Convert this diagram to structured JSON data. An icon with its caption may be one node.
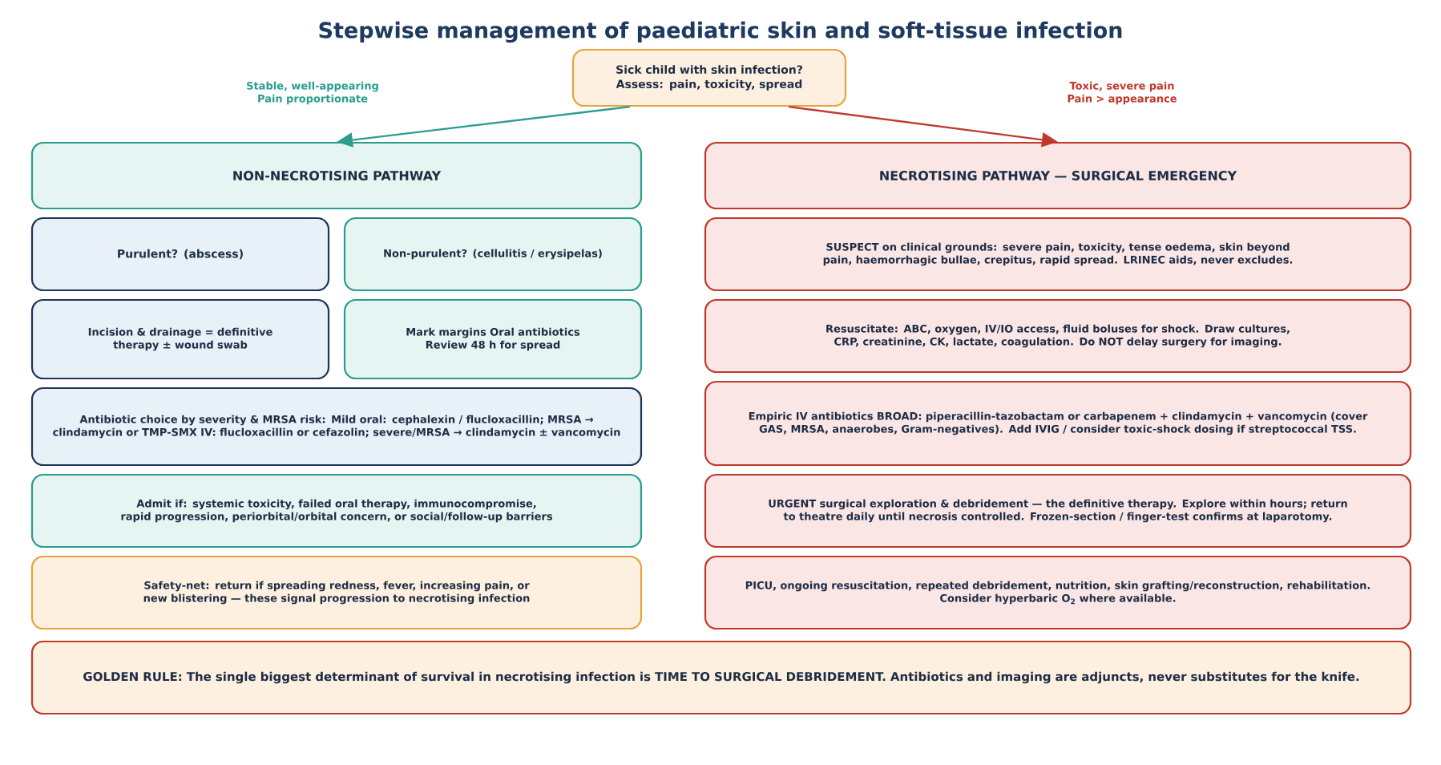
{
  "diagram": {
    "title": "Stepwise management of paediatric skin and soft-tissue infection",
    "nodes": [
      {
        "text": [
          "Sick child with skin infection? Assess: pain, toxicity, spread"
        ]
      },
      {
        "text": [
          "NON-NECROTISING PATHWAY"
        ]
      },
      {
        "text": [
          "NECROTISING PATHWAY — SURGICAL EMERGENCY"
        ]
      },
      {
        "text": [
          "Purulent? (abscess)"
        ]
      },
      {
        "text": [
          "Non-purulent? (cellulitis / erysipelas)"
        ]
      },
      {
        "text": [
          "Incision & drainage = definitive therapy ± wound swab"
        ]
      },
      {
        "text": [
          "Mark margins Oral antibiotics Review 48 h for spread"
        ]
      },
      {
        "text": [
          "Antibiotic choice by severity & MRSA risk: Mild oral: cephalexin / flucloxacillin; MRSA → clindamycin or TMP-SMX IV: flucloxacillin or cefazolin; severe/MRSA → clindamycin ± vancomycin"
        ]
      },
      {
        "text": [
          "Admit if: systemic toxicity, failed oral therapy, immunocompromise, rapid progression, periorbital/orbital concern, or social/follow-up barriers"
        ]
      },
      {
        "text": [
          "Safety-net: return if spreading redness, fever, increasing pain, or new blistering — these signal progression to necrotising infection"
        ]
      },
      {
        "text": [
          "SUSPECT on clinical grounds: severe pain, toxicity, tense oedema, skin beyond pain, haemorrhagic bullae, crepitus, rapid spread. LRINEC aids, never excludes."
        ]
      },
      {
        "text": [
          "Resuscitate: ABC, oxygen, IV/IO access, fluid boluses for shock. Draw cultures, CRP, creatinine, CK, lactate, coagulation. Do NOT delay surgery for imaging."
        ]
      },
      {
        "text": [
          "Empiric IV antibiotics BROAD: piperacillin-tazobactam or carbapenem + clindamycin + vancomycin (cover GAS, MRSA, anaerobes, Gram-negatives). Add IVIG / consider toxic-shock dosing if streptococcal TSS."
        ]
      },
      {
        "text": [
          "URGENT surgical exploration & debridement — the definitive therapy. Explore within hours; return to theatre daily until necrosis controlled. Frozen-section / finger-test confirms at laparotomy."
        ]
      },
      {
        "text": [
          "PICU, ongoing resuscitation, repeated debridement, nutrition, skin grafting/reconstruction, rehabilitation. Consider hyperbaric O$_{2}$ where available."
        ]
      },
      {
        "text": [
          "GOLDEN RULE: The single biggest determinant of survival in necrotising infection is TIME TO SURGICAL DEBRIDEMENT. Antibiotics and imaging are adjuncts, never substitutes for the knife."
        ]
      }
    ],
    "edges": [
      {
        "from": 0,
        "to": 1,
        "arrow": "to",
        "label": "Stable, well-appearing Pain proportionate",
        "color": "#2a9d8f"
      },
      {
        "from": 0,
        "to": 2,
        "arrow": "to",
        "label": "Toxic, severe pain Pain > appearance",
        "color": "#c0392b"
      }
    ]
  }
}
